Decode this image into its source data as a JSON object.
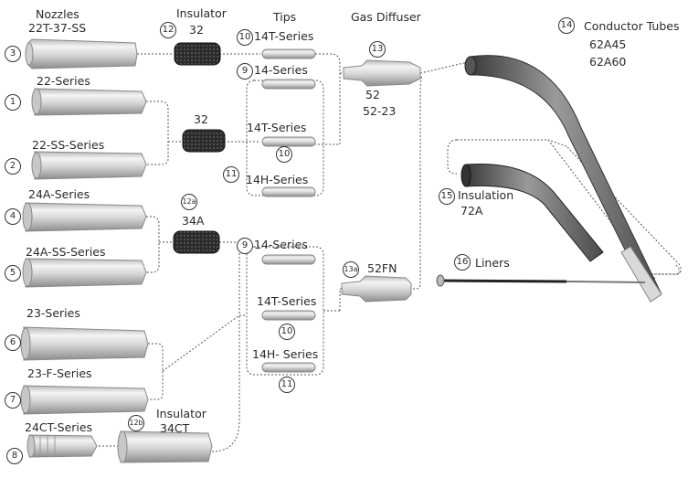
{
  "header": {
    "nozzles": "Nozzles",
    "insulator": "Insulator",
    "tips": "Tips",
    "gas_diffuser": "Gas Diffuser",
    "conductor_tubes": "Conductor Tubes"
  },
  "nozzles": [
    {
      "num": "3",
      "label": "22T-37-SS"
    },
    {
      "num": "1",
      "label": "22-Series"
    },
    {
      "num": "2",
      "label": "22-SS-Series"
    },
    {
      "num": "4",
      "label": "24A-Series"
    },
    {
      "num": "5",
      "label": "24A-SS-Series"
    },
    {
      "num": "6",
      "label": "23-Series"
    },
    {
      "num": "7",
      "label": "23-F-Series"
    },
    {
      "num": "8",
      "label": "24CT-Series"
    }
  ],
  "insulators": [
    {
      "num": "12",
      "label": "32"
    },
    {
      "num": "",
      "label": "32"
    },
    {
      "num": "12a",
      "label": "34A"
    },
    {
      "num": "12b",
      "label": "Insulator",
      "label2": "34CT"
    }
  ],
  "tips": [
    {
      "num": "10",
      "label": "14T-Series"
    },
    {
      "num": "9",
      "label": "14-Series"
    },
    {
      "num": "10",
      "label": "14T-Series"
    },
    {
      "num": "11",
      "label": "14H-Series"
    },
    {
      "num": "9",
      "label": "14-Series"
    },
    {
      "num": "10",
      "label": "14T-Series"
    },
    {
      "num": "11",
      "label": "14H- Series"
    }
  ],
  "diffusers": [
    {
      "num": "13",
      "label": "52",
      "label2": "52-23"
    },
    {
      "num": "13a",
      "label": "52FN"
    }
  ],
  "conductor_tubes": {
    "num": "14",
    "label": "62A45",
    "label2": "62A60"
  },
  "insulation": {
    "num": "15",
    "label": "Insulation",
    "label2": "72A"
  },
  "liners": {
    "num": "16",
    "label": "Liners"
  }
}
